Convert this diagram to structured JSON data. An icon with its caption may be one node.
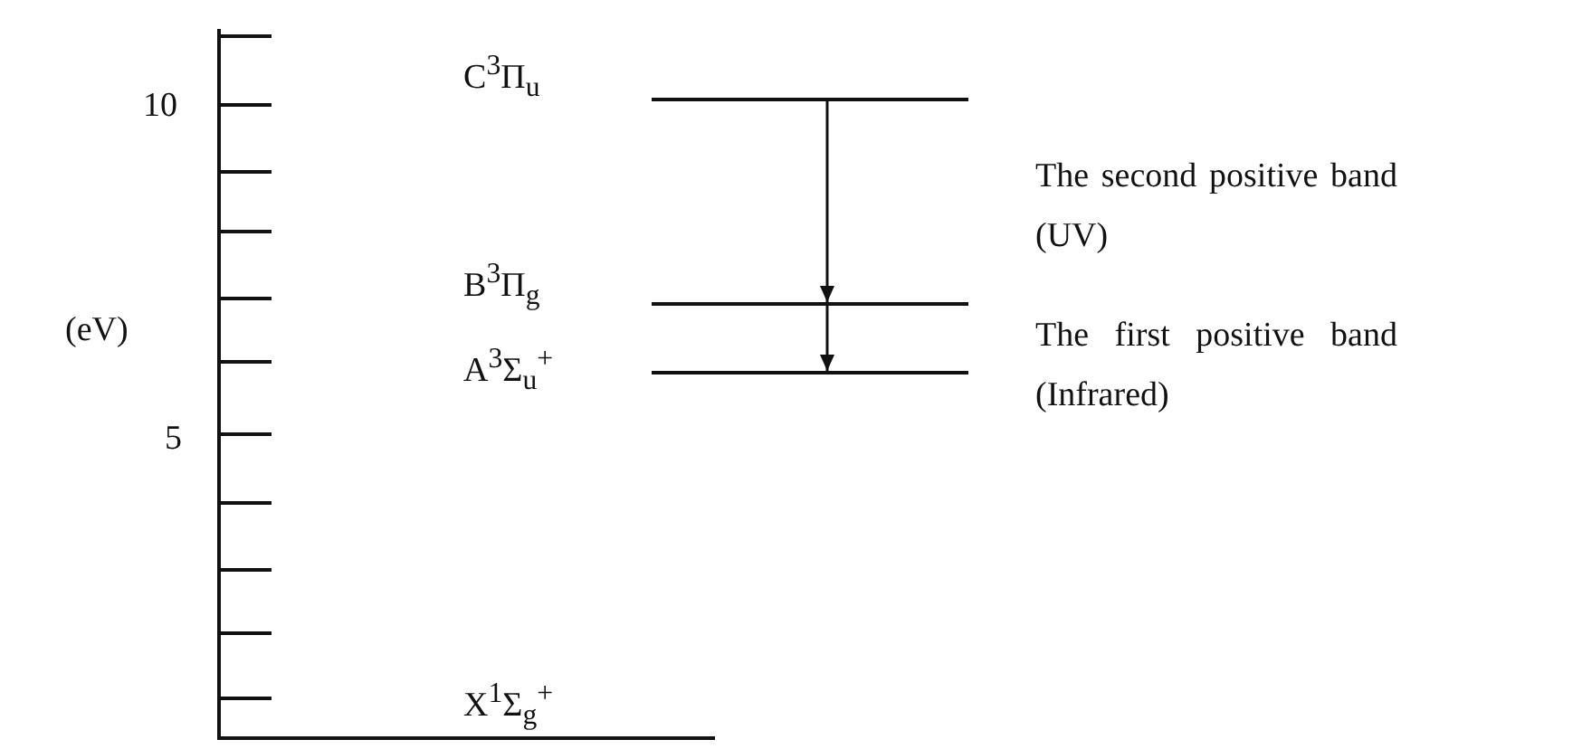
{
  "diagram": {
    "nodes": [
      {
        "text": [],
        "shape": "bar",
        "beside": [
          "C$^{3}$Π$_{u}$"
        ]
      },
      {
        "text": [],
        "shape": "bar",
        "beside": [
          "B$^{3}$Π$_{g}$"
        ]
      },
      {
        "text": [],
        "shape": "bar",
        "beside": [
          "A$^{3}$Σ$_{u}$$^{+}$"
        ]
      }
    ],
    "edges": [
      {
        "from": 0,
        "to": 1,
        "arrow": "to"
      },
      {
        "from": 1,
        "to": 2,
        "arrow": "to"
      }
    ],
    "labels": [
      "10",
      "(eV)",
      "5",
      "The second positive band (UV)",
      "The first positive band (Infrared)",
      "X$^{1}$Σ$_{g}$$^{+}$"
    ]
  }
}
